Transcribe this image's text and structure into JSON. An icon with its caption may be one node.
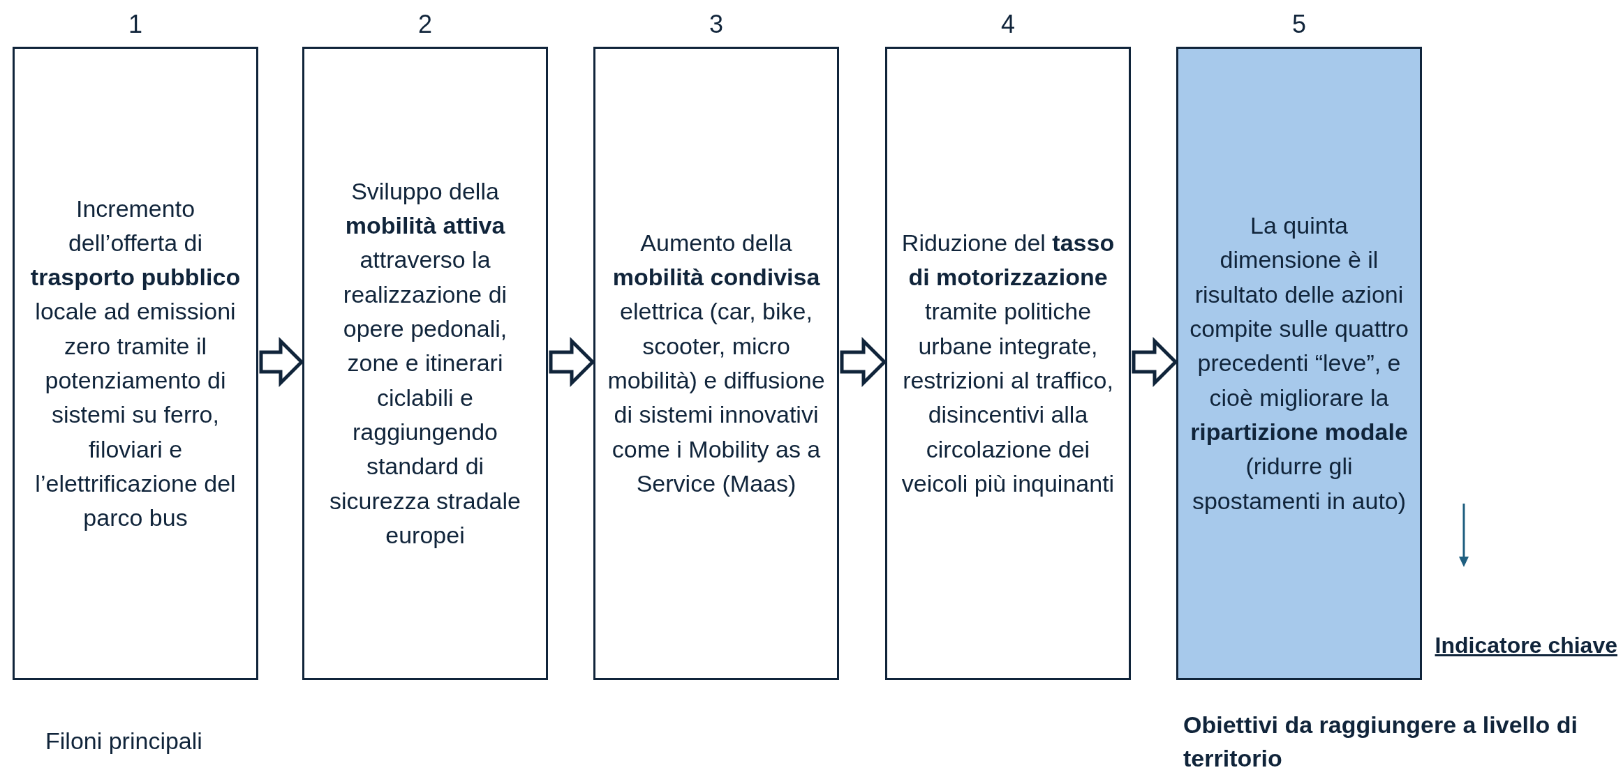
{
  "diagram": {
    "nodes": [
      {
        "text": [
          "Incremento dell’offerta di **trasporto pubblico** locale ad emissioni zero tramite il potenziamento di sistemi su ferro, filoviari e l’elettrificazione del parco bus"
        ],
        "beside": [
          "1"
        ]
      },
      {
        "text": [
          "Sviluppo della **mobilità attiva** attraverso la realizzazione di opere pedonali, zone e itinerari ciclabili e raggiungendo standard di sicurezza stradale europei"
        ],
        "beside": [
          "2"
        ]
      },
      {
        "text": [
          "Aumento della **mobilità condivisa** elettrica (car, bike, scooter, micro mobilità) e diffusione di sistemi innovativi come i Mobility as a Service (Maas)"
        ],
        "beside": [
          "3"
        ]
      },
      {
        "text": [
          "Riduzione del **tasso di motorizzazione** tramite politiche urbane integrate, restrizioni al traffico, disincentivi alla circolazione dei veicoli più inquinanti"
        ],
        "beside": [
          "4"
        ]
      },
      {
        "text": [
          "La quinta dimensione è il risultato delle azioni compite sulle quattro precedenti “leve”, e cioè migliorare la **ripartizione modale** (ridurre gli spostamenti in auto)"
        ],
        "beside": [
          "5"
        ]
      }
    ],
    "edges": [
      {
        "from": 0,
        "to": 1,
        "arrow": "to"
      },
      {
        "from": 1,
        "to": 2,
        "arrow": "to"
      },
      {
        "from": 2,
        "to": 3,
        "arrow": "to"
      },
      {
        "from": 3,
        "to": 4,
        "arrow": "to"
      }
    ],
    "labels": [
      "Indicatore chiave",
      "Filoni principali",
      "Obiettivi da raggiungere a livello di territorio"
    ]
  }
}
